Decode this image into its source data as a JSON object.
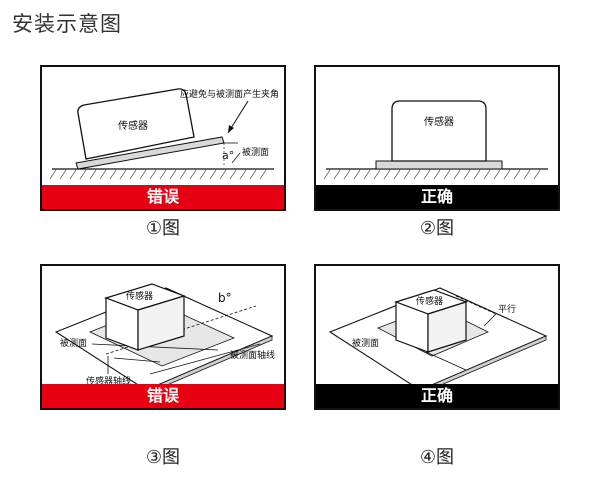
{
  "title": "安装示意图",
  "panels": [
    {
      "banner": "错误",
      "caption": "①图",
      "sensor_label": "传感器",
      "annotation_top": "应避免与被测面产生夹角",
      "angle_label": "a°",
      "surface_label": "被测面"
    },
    {
      "banner": "正确",
      "caption": "②图",
      "sensor_label": "传感器"
    },
    {
      "banner": "错误",
      "caption": "③图",
      "sensor_label": "传感器",
      "angle_label": "b°",
      "surface_label": "被测面",
      "surface_axis_label": "被测面轴线",
      "sensor_axis_label": "传感器轴线"
    },
    {
      "banner": "正确",
      "caption": "④图",
      "sensor_label": "传感器",
      "parallel_label": "平行",
      "surface_label": "被测面"
    }
  ]
}
